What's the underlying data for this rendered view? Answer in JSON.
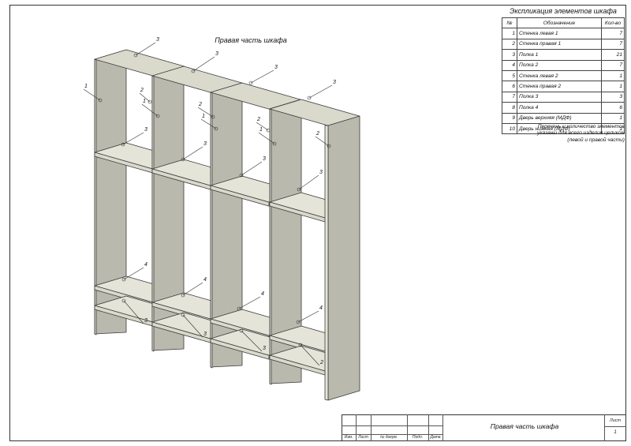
{
  "table": {
    "title": "Экспликация элементов шкафа",
    "headers": [
      "№",
      "Обозначение",
      "Кол-во"
    ],
    "rows": [
      {
        "no": "1",
        "name": "Стенка левая 1",
        "qty": "7"
      },
      {
        "no": "2",
        "name": "Стенка правая 1",
        "qty": "7"
      },
      {
        "no": "3",
        "name": "Полка 1",
        "qty": "21"
      },
      {
        "no": "4",
        "name": "Полка 2",
        "qty": "7"
      },
      {
        "no": "5",
        "name": "Стенка левая 2",
        "qty": "1"
      },
      {
        "no": "6",
        "name": "Стенка правая 2",
        "qty": "1"
      },
      {
        "no": "7",
        "name": "Полка 3",
        "qty": "3"
      },
      {
        "no": "8",
        "name": "Полка 4",
        "qty": "6"
      },
      {
        "no": "9",
        "name": "Дверь верхняя (МДФ)",
        "qty": "1"
      },
      {
        "no": "10",
        "name": "Дверь нижняя (МДФ)",
        "qty": "1"
      }
    ],
    "note": [
      "Перечень и количество элементов",
      "указаны для всего изделия целиком",
      "(левой и правой части)"
    ]
  },
  "drawing": {
    "title": "Правая часть шкафа",
    "callouts": [
      "3",
      "3",
      "3",
      "3",
      "1",
      "2",
      "1",
      "2",
      "1",
      "2",
      "1",
      "2",
      "3",
      "3",
      "3",
      "3",
      "4",
      "4",
      "4",
      "4",
      "3",
      "3",
      "3",
      "2"
    ]
  },
  "title_block": {
    "labels": [
      "Изм.",
      "Лист",
      "№ докум.",
      "Подп.",
      "Дата"
    ],
    "title": "Правая часть шкафа",
    "sheet_label": "Лист",
    "sheet_number": "1"
  },
  "colors": {
    "panel_side": "#b9b9ae",
    "panel_face": "#e4e4d8",
    "panel_top": "#d9d9cc",
    "outline": "#3a3a3a"
  }
}
